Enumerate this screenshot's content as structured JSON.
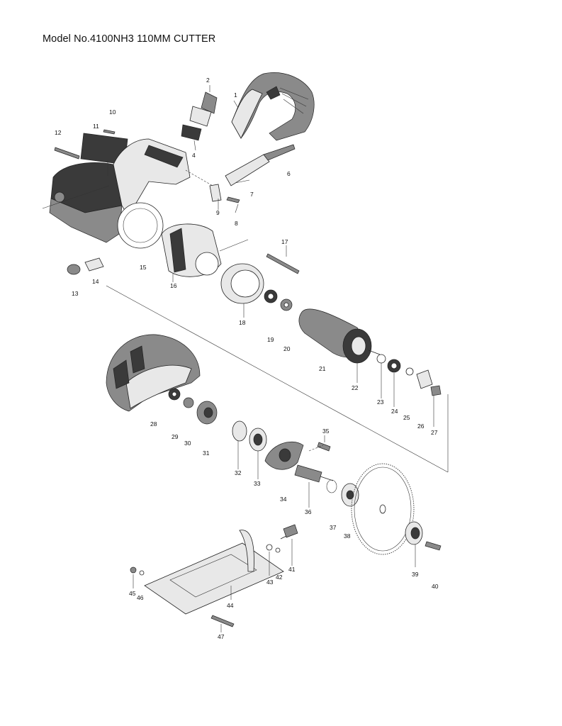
{
  "title": "Model No.4100NH3 110MM CUTTER",
  "parts": [
    {
      "number": "1"
    },
    {
      "number": "2"
    },
    {
      "number": "4"
    },
    {
      "number": "6"
    },
    {
      "number": "7"
    },
    {
      "number": "8"
    },
    {
      "number": "9"
    },
    {
      "number": "10"
    },
    {
      "number": "11"
    },
    {
      "number": "12"
    },
    {
      "number": "13"
    },
    {
      "number": "14"
    },
    {
      "number": "15"
    },
    {
      "number": "16"
    },
    {
      "number": "17"
    },
    {
      "number": "18"
    },
    {
      "number": "19"
    },
    {
      "number": "20"
    },
    {
      "number": "21"
    },
    {
      "number": "22"
    },
    {
      "number": "23"
    },
    {
      "number": "24"
    },
    {
      "number": "25"
    },
    {
      "number": "26"
    },
    {
      "number": "27"
    },
    {
      "number": "28"
    },
    {
      "number": "29"
    },
    {
      "number": "30"
    },
    {
      "number": "31"
    },
    {
      "number": "32"
    },
    {
      "number": "33"
    },
    {
      "number": "34"
    },
    {
      "number": "35"
    },
    {
      "number": "36"
    },
    {
      "number": "37"
    },
    {
      "number": "38"
    },
    {
      "number": "39"
    },
    {
      "number": "40"
    },
    {
      "number": "41"
    },
    {
      "number": "42"
    },
    {
      "number": "43"
    },
    {
      "number": "44"
    },
    {
      "number": "45"
    },
    {
      "number": "46"
    },
    {
      "number": "47"
    }
  ]
}
